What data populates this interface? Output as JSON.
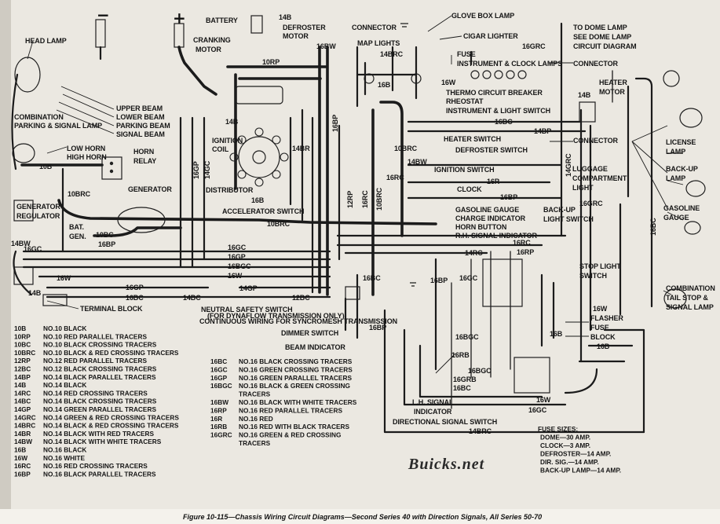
{
  "title": "Figure 10-115—Chassis Wiring Circuit Diagrams—Second Series 40 with Direction Signals, All Series 50-70",
  "watermark": "Buicks.net",
  "battery_symbols": {
    "neg": "−",
    "pos": "+"
  },
  "labels": {
    "head_lamp": "HEAD LAMP",
    "battery": "BATTERY",
    "w14b_top": "14B",
    "defroster_motor_1": "DEFROSTER",
    "defroster_motor_2": "MOTOR",
    "connector_top": "CONNECTOR",
    "glove_box_lamp": "GLOVE BOX LAMP",
    "cigar_lighter": "CIGAR LIGHTER",
    "to_dome_lamp": "TO DOME LAMP",
    "see_dome_lamp": "SEE DOME LAMP",
    "circuit_diagram": "CIRCUIT DIAGRAM",
    "cranking_motor_1": "CRANKING",
    "cranking_motor_2": "MOTOR",
    "map_lights": "MAP LIGHTS",
    "w16bw_top": "16BW",
    "w16grc_top": "16GRC",
    "w14brc_top": "14BRC",
    "fuse_top": "FUSE",
    "instrument_clock_lamps": "INSTRUMENT & CLOCK LAMPS",
    "connector_right": "CONNECTOR",
    "w10rp_top": "10RP",
    "w16b_map": "16B",
    "w16w_top": "16W",
    "heater_motor_1": "HEATER",
    "heater_motor_2": "MOTOR",
    "thermo_circuit_breaker": "THERMO CIRCUIT BREAKER",
    "rheostat": "RHEOSTAT",
    "instrument_light_switch": "INSTRUMENT & LIGHT SWITCH",
    "w14b_heater": "14B",
    "combination_1": "COMBINATION",
    "combination_2": "PARKING & SIGNAL LAMP",
    "upper_beam": "UPPER BEAM",
    "lower_beam": "LOWER BEAM",
    "parking_beam": "PARKING BEAM",
    "signal_beam": "SIGNAL BEAM",
    "w16bc_mid": "16BC",
    "w14bp_mid": "14BP",
    "w14b_mid": "14B",
    "ignition_coil_1": "IGNITION",
    "ignition_coil_2": "COIL",
    "w14br": "14BR",
    "w16bp_v": "16BP",
    "w10brc_v": "10BRC",
    "heater_switch": "HEATER SWITCH",
    "connector_mid": "CONNECTOR",
    "low_horn": "LOW HORN",
    "high_horn": "HIGH HORN",
    "horn_relay_1": "HORN",
    "horn_relay_2": "RELAY",
    "defroster_switch": "DEFROSTER SWITCH",
    "license_lamp_1": "LICENSE",
    "license_lamp_2": "LAMP",
    "w10b": "10B",
    "w14bw_mid": "14BW",
    "ignition_switch": "IGNITION SWITCH",
    "luggage_1": "LUGGAGE",
    "luggage_2": "COMPARTMENT",
    "luggage_3": "LIGHT",
    "back_up_lamp_1": "BACK-UP",
    "back_up_lamp_2": "LAMP",
    "w16gp_v": "16GP",
    "w14gc_v": "14GC",
    "w16r": "16R",
    "w14grc_v": "14GRC",
    "distributor": "DISTRIBUTOR",
    "generator": "GENERATOR",
    "w10brc_left": "10BRC",
    "w12rp_v": "12RP",
    "w16rc_v": "16RC",
    "w10brc_v2": "10BRC",
    "w16rc_v2": "16RC",
    "clock": "CLOCK",
    "w16bp_right": "16BP",
    "w16b_mid": "16B",
    "gasoline_gauge_1": "GASOLINE",
    "gasoline_gauge_2": "GAUGE",
    "generator_regulator_1": "GENERATOR",
    "generator_regulator_2": "REGULATOR",
    "accelerator_switch": "ACCELERATOR SWITCH",
    "gasoline_gauge_c": "GASOLINE GAUGE",
    "charge_indicator": "CHARGE INDICATOR",
    "back_up_light_switch_1": "BACK-UP",
    "back_up_light_switch_2": "LIGHT SWITCH",
    "w16grc_right": "16GRC",
    "w10brc_h": "10BRC",
    "horn_button": "HORN BUTTON",
    "bat": "BAT.",
    "gen": "GEN.",
    "w10bc": "10BC",
    "rh_signal_indicator": "R.H. SIGNAL INDICATOR",
    "w16bc_right": "16BC",
    "w14bw_left": "14BW",
    "w16gc_left": "16GC",
    "w16bp_left": "16BP",
    "w16gc_h": "16GC",
    "w14rc": "14RC",
    "w16rp_right": "16RP",
    "w16rc_right": "16RC",
    "w16gp_h": "16GP",
    "w16bgc_h": "16BGC",
    "w16w_left": "16W",
    "w16w_h": "16W",
    "w16bc_mid2": "16BC",
    "w16bp_mid2": "16BP",
    "w16gc_mid2": "16GC",
    "stop_light_switch_1": "STOP LIGHT",
    "stop_light_switch_2": "SWITCH",
    "w16gp_h2": "16GP",
    "w14gp_h": "14GP",
    "w16bc_h2": "16BC",
    "w14bc_h": "14BC",
    "w12bc_h": "12BC",
    "combination_tail_1": "COMBINATION",
    "combination_tail_2": "TAIL STOP &",
    "combination_tail_3": "SIGNAL LAMP",
    "w14b_left": "14B",
    "terminal_block": "TERMINAL BLOCK",
    "neutral_safety_switch": "NEUTRAL SAFETY SWITCH",
    "neutral_note_1": "(FOR DYNAFLOW TRANSMISSION ONLY)",
    "neutral_note_2": "CONTINUOUS WIRING FOR SYNCROMESH TRANSMISSION",
    "w16w_right": "16W",
    "flasher": "FLASHER",
    "fuse_right": "FUSE",
    "block": "BLOCK",
    "w16bp_low": "16BP",
    "w16bgc_low": "16BGC",
    "w16b_low": "16B",
    "w16b_right2": "16B",
    "dimmer_switch": "DIMMER SWITCH",
    "beam_indicator": "BEAM INDICATOR",
    "w16rb": "16RB",
    "w16grb": "16GRB",
    "w16bc_low": "16BC",
    "w16bgc_low2": "16BGC",
    "w16w_low": "16W",
    "w16gc_low": "16GC",
    "w14brc_low": "14BRC",
    "lh_signal_1": "L.H. SIGNAL",
    "lh_signal_2": "INDICATOR",
    "directional_signal_switch": "DIRECTIONAL SIGNAL SWITCH"
  },
  "legend_left": [
    {
      "code": "10B",
      "desc": "NO.10 BLACK"
    },
    {
      "code": "10RP",
      "desc": "NO.10 RED PARALLEL TRACERS"
    },
    {
      "code": "10BC",
      "desc": "NO.10 BLACK CROSSING TRACERS"
    },
    {
      "code": "10BRC",
      "desc": "NO.10 BLACK & RED CROSSING TRACERS"
    },
    {
      "code": "12RP",
      "desc": "NO.12 RED PARALLEL TRACERS"
    },
    {
      "code": "12BC",
      "desc": "NO.12 BLACK CROSSING TRACERS"
    },
    {
      "code": "14BP",
      "desc": "NO.14 BLACK PARALLEL TRACERS"
    },
    {
      "code": "14B",
      "desc": "NO.14 BLACK"
    },
    {
      "code": "14RC",
      "desc": "NO.14 RED CROSSING TRACERS"
    },
    {
      "code": "14BC",
      "desc": "NO.14 BLACK CROSSING TRACERS"
    },
    {
      "code": "14GP",
      "desc": "NO.14 GREEN PARALLEL TRACERS"
    },
    {
      "code": "14GRC",
      "desc": "NO.14 GREEN & RED CROSSING TRACERS"
    },
    {
      "code": "14BRC",
      "desc": "NO.14 BLACK & RED CROSSING TRACERS"
    },
    {
      "code": "14BR",
      "desc": "NO.14 BLACK WITH RED TRACERS"
    },
    {
      "code": "14BW",
      "desc": "NO.14 BLACK WITH WHITE TRACERS"
    },
    {
      "code": "16B",
      "desc": "NO.16 BLACK"
    },
    {
      "code": "16W",
      "desc": "NO.16 WHITE"
    },
    {
      "code": "16RC",
      "desc": "NO.16 RED CROSSING TRACERS"
    },
    {
      "code": "16BP",
      "desc": "NO.16 BLACK PARALLEL TRACERS"
    }
  ],
  "legend_right": [
    {
      "code": "16BC",
      "desc": "NO.16 BLACK CROSSING TRACERS"
    },
    {
      "code": "16GC",
      "desc": "NO.16 GREEN CROSSING TRACERS"
    },
    {
      "code": "16GP",
      "desc": "NO.16 GREEN PARALLEL TRACERS"
    },
    {
      "code": "16BGC",
      "desc": "NO.16 BLACK & GREEN CROSSING"
    },
    {
      "code": "",
      "desc": "TRACERS"
    },
    {
      "code": "16BW",
      "desc": "NO.16 BLACK WITH WHITE TRACERS"
    },
    {
      "code": "16RP",
      "desc": "NO.16 RED PARALLEL TRACERS"
    },
    {
      "code": "16R",
      "desc": "NO.16 RED"
    },
    {
      "code": "16RB",
      "desc": "NO.16 RED WITH BLACK TRACERS"
    },
    {
      "code": "16GRC",
      "desc": "NO.16 GREEN & RED CROSSING"
    },
    {
      "code": "",
      "desc": "TRACERS"
    }
  ],
  "fuse_sizes": [
    "FUSE SIZES:",
    "DOME—30 AMP.",
    "CLOCK—3 AMP.",
    "DEFROSTER—14 AMP.",
    "DIR. SIG.—14 AMP.",
    "BACK-UP LAMP—14 AMP."
  ]
}
